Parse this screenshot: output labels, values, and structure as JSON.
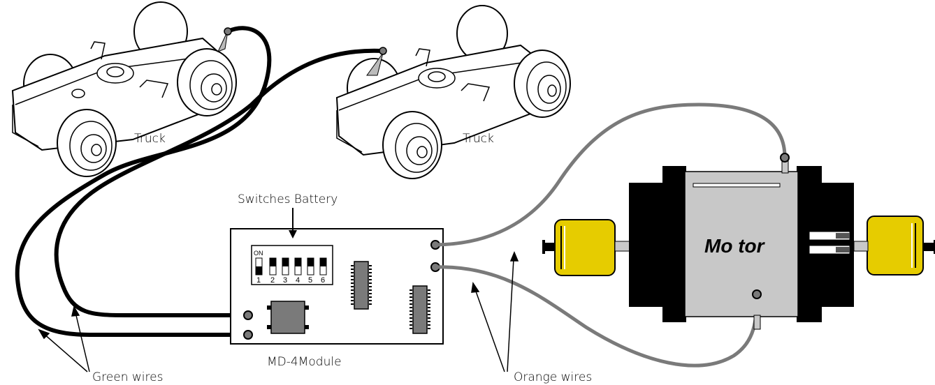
{
  "labels": {
    "truck_left": "Truck",
    "truck_right": "Truck",
    "switches": "Switches Battery",
    "module": "MD-4Module",
    "green_wires": "Green wires",
    "orange_wires": "Orange wires",
    "motor": "Mo tor",
    "dip_on": "ON",
    "dip_numbers": [
      "1",
      "2",
      "3",
      "4",
      "5",
      "6"
    ]
  },
  "colors": {
    "green_wire": "#000000",
    "orange_wire": "#7a7a7a",
    "motor_body": "#c8c8c8",
    "flywheel": "#e6cc00",
    "chip": "#7a7a7a"
  }
}
